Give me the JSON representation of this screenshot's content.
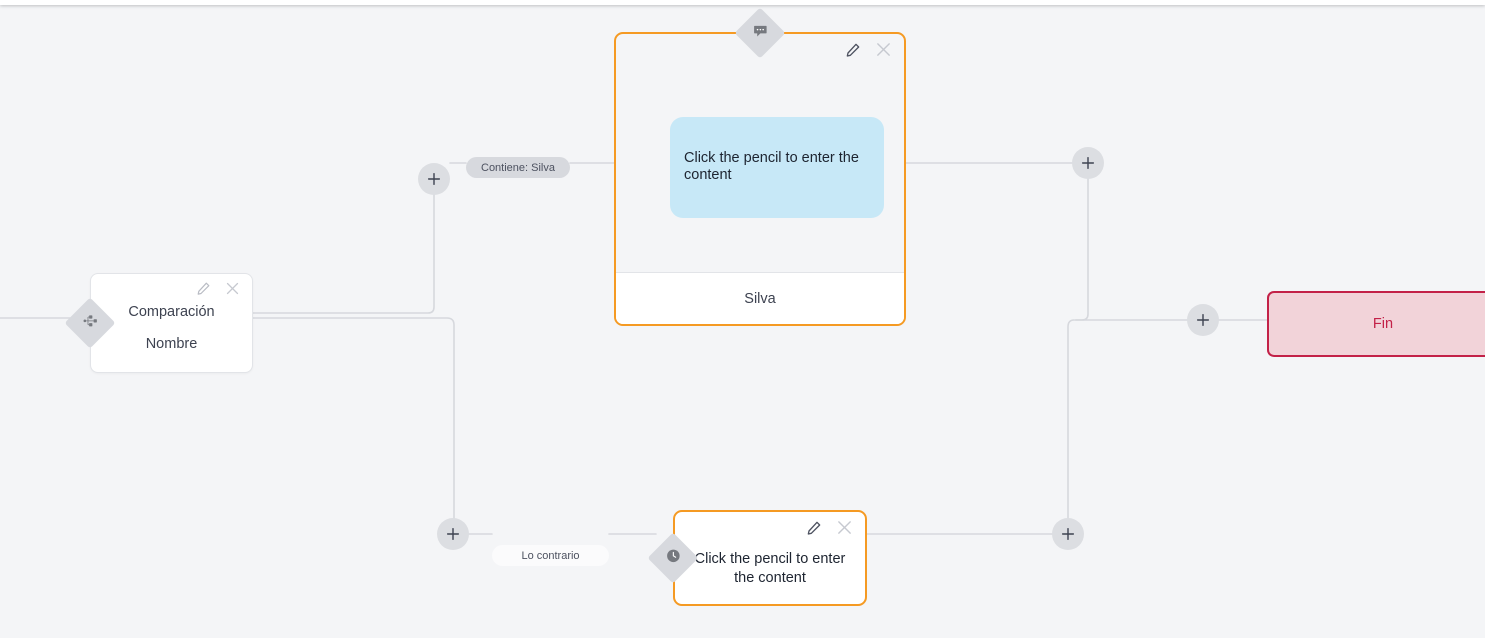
{
  "canvas": {
    "background_color": "#f4f5f7",
    "edge_color": "#d6d8dd",
    "accent_orange": "#f59a23",
    "accent_crimson": "#c32148",
    "bubble_blue": "#c7e8f7"
  },
  "nodes": {
    "comparison": {
      "name": "comparison-node",
      "title": "Comparación",
      "subtitle": "Nombre",
      "handle_icon": "sitemap-icon",
      "edit_icon": "pencil-icon",
      "close_icon": "close-icon"
    },
    "message_card": {
      "name": "message-node",
      "handle_icon": "chat-bubble-icon",
      "bubble_text": "Click the pencil to enter the content",
      "footer_label": "Silva",
      "edit_icon": "pencil-icon",
      "close_icon": "close-icon"
    },
    "small_card": {
      "name": "wait-node",
      "handle_icon": "clock-icon",
      "text": "Click the pencil to enter the content",
      "edit_icon": "pencil-icon",
      "close_icon": "close-icon"
    },
    "end_node": {
      "name": "end-node",
      "label": "Fin"
    }
  },
  "edge_labels": {
    "condition_true": "Contiene: Silva",
    "condition_false": "Lo contrario"
  },
  "add_buttons": [
    {
      "name": "add-node-button-true-branch",
      "glyph": "+"
    },
    {
      "name": "add-node-button-message-out",
      "glyph": "+"
    },
    {
      "name": "add-node-button-end-in",
      "glyph": "+"
    },
    {
      "name": "add-node-button-false-branch",
      "glyph": "+"
    },
    {
      "name": "add-node-button-wait-out",
      "glyph": "+"
    }
  ]
}
